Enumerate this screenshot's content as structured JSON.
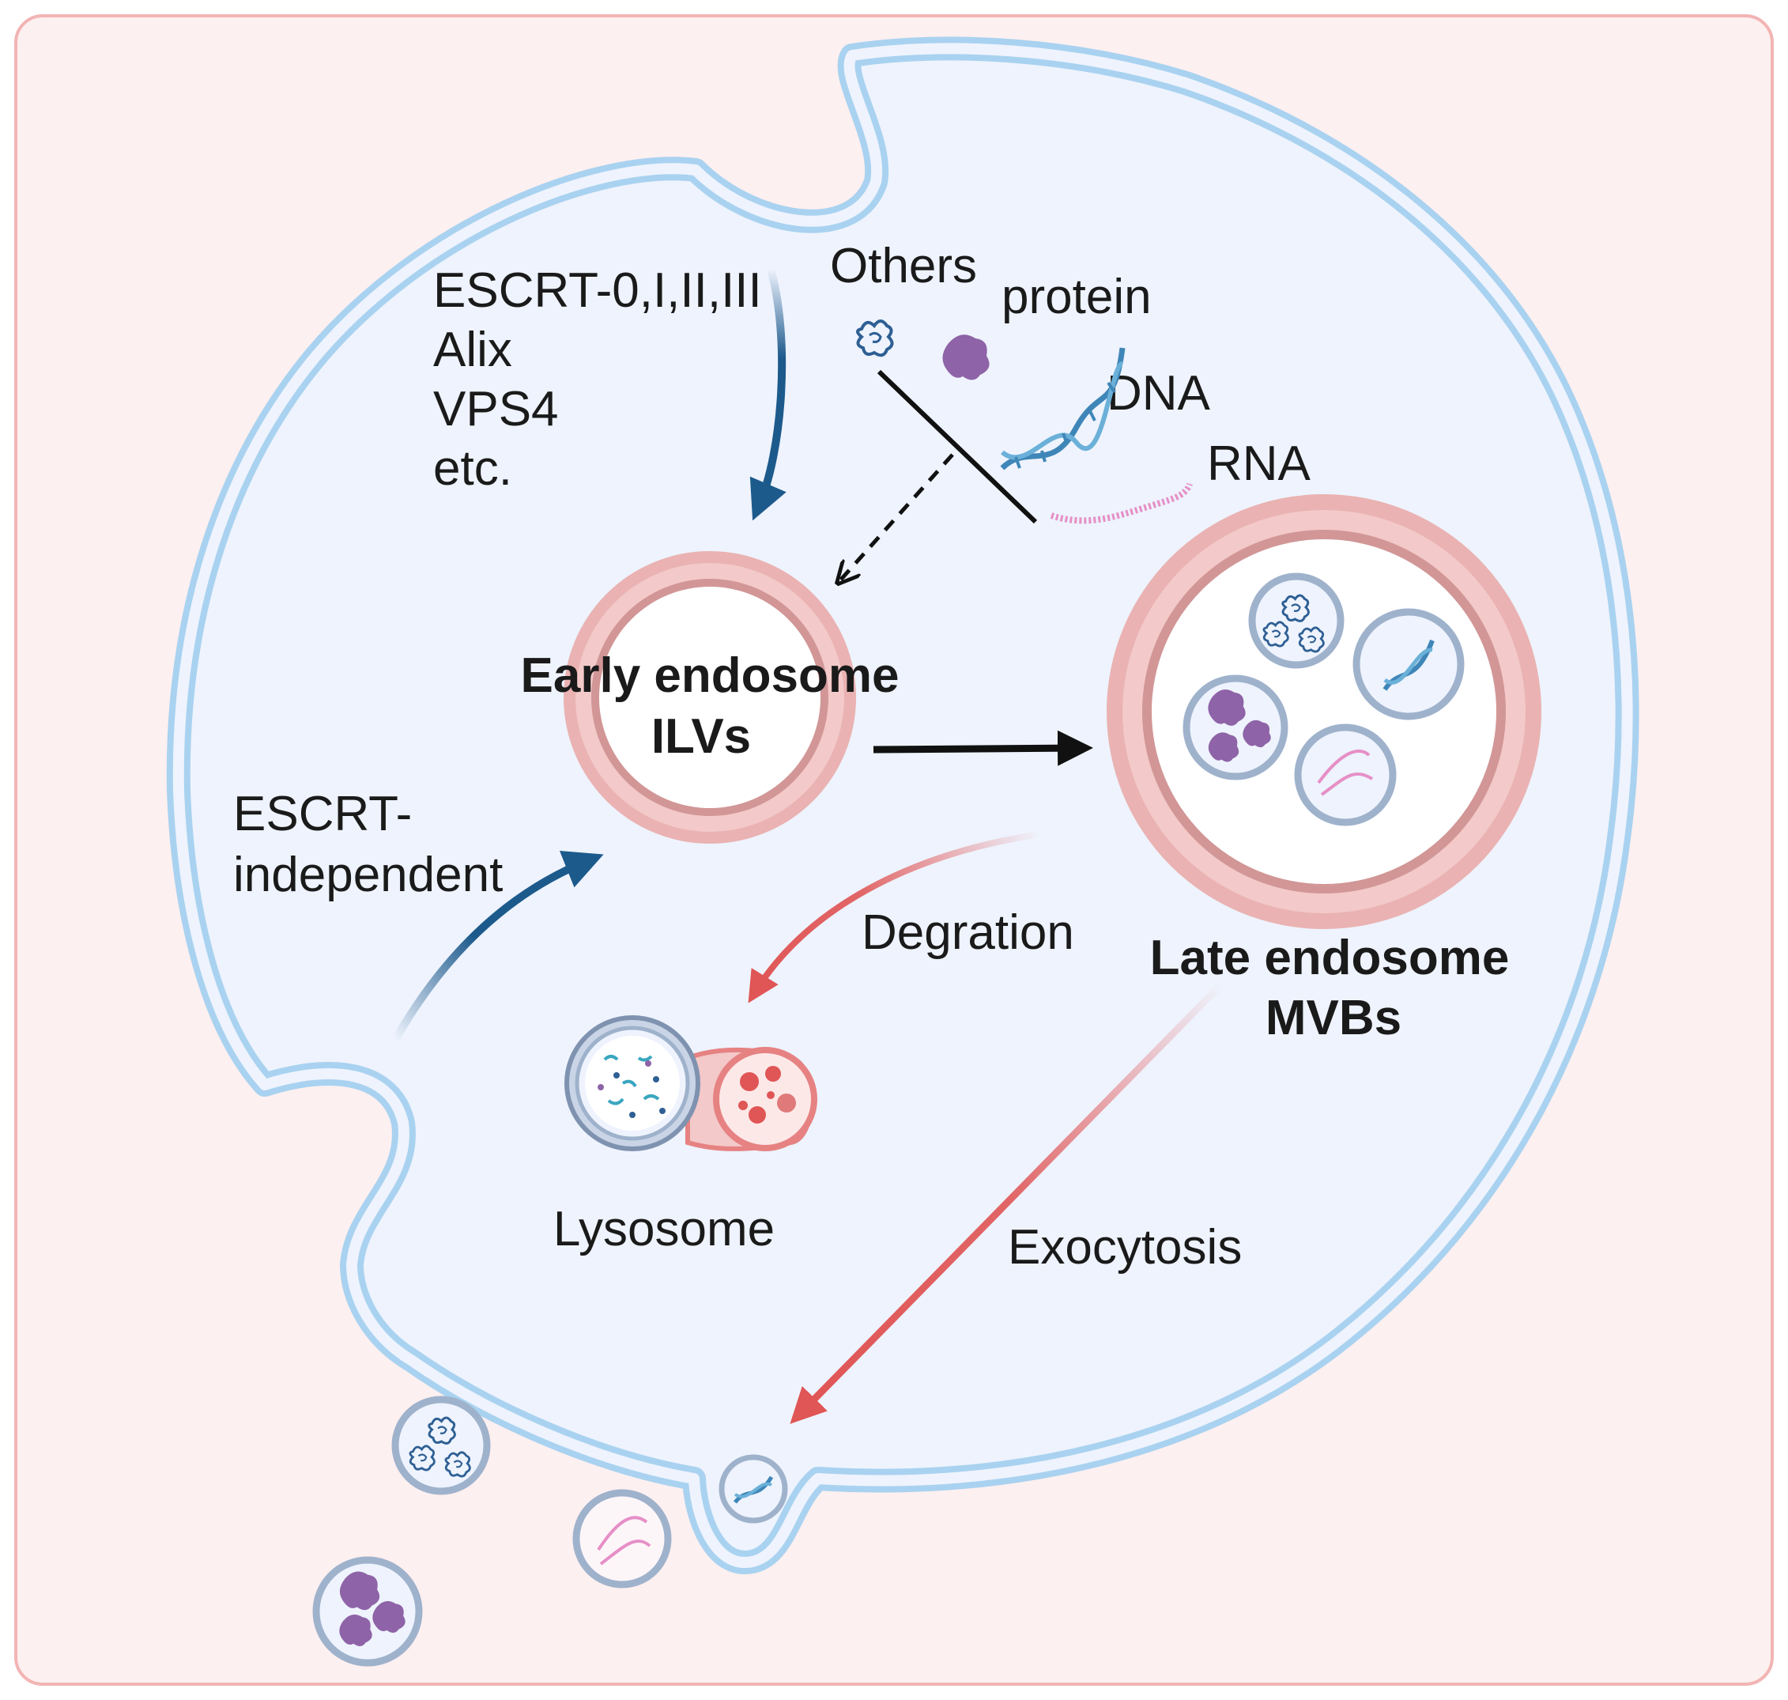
{
  "labels": {
    "escrt_list": [
      "ESCRT-0,I,II,III",
      "Alix",
      "VPS4",
      "etc."
    ],
    "others": "Others",
    "protein": "protein",
    "dna": "DNA",
    "rna": "RNA",
    "early_endosome": [
      "Early endosome",
      "ILVs"
    ],
    "late_endosome": [
      "Late endosome",
      "MVBs"
    ],
    "escrt_independent": [
      "ESCRT-",
      "independent"
    ],
    "degradation": "Degration",
    "lysosome": "Lysosome",
    "exocytosis": "Exocytosis"
  },
  "colors": {
    "background": "#fdf0f0",
    "frame": "#f2b4b4",
    "cell_fill": "#eef3fd",
    "membrane": "#a9d2f0",
    "endosome_ring": "#eab2b2",
    "endosome_ring_dark": "#d29696",
    "vesicle_ring": "#9fb2cc",
    "blue_arrow": "#1d5a8c",
    "red_arrow": "#e05555",
    "protein": "#8e63a7",
    "dna": "#3f86b8",
    "rna": "#e68fc7",
    "text": "#1a1a1a"
  }
}
